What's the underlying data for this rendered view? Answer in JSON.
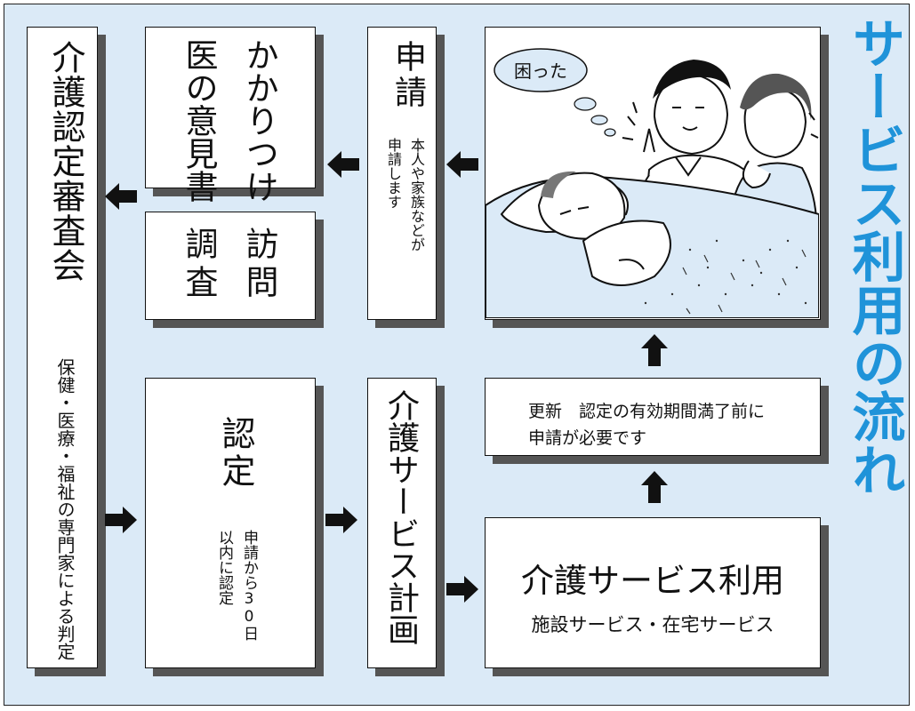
{
  "title": "サービス利用の流れ",
  "committee": {
    "heading": "介護認定審査会",
    "note": "保健・医療・福祉の専門家による判定"
  },
  "opinion": {
    "lines": [
      "かかりつけ",
      "医の意見書"
    ]
  },
  "survey": {
    "lines": [
      "訪問",
      "調査"
    ]
  },
  "application": {
    "heading": "申請",
    "note_lines": [
      "本人や家族などが",
      "申請します"
    ]
  },
  "illustration": {
    "bubble": "困った"
  },
  "certification": {
    "heading": "認定",
    "note_lines": [
      "申請から30日",
      "以内に認定"
    ]
  },
  "care_plan": {
    "heading": "介護サービス計画"
  },
  "renewal": {
    "lines": [
      "更新　認定の有効期間満了前に",
      "申請が必要です"
    ]
  },
  "service_use": {
    "heading": "介護サービス利用",
    "subheading": "施設サービス・在宅サービス"
  },
  "colors": {
    "title": "#1f93d9",
    "background": "#dbeaf7",
    "shadow": "#555555",
    "arrow": "#111111"
  }
}
